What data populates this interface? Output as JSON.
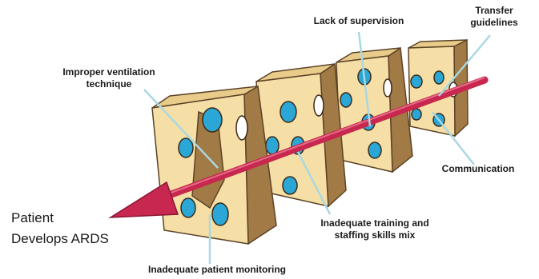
{
  "labels": {
    "improper_ventilation": "Improper ventilation\ntechnique",
    "lack_of_supervision": "Lack of supervision",
    "transfer_guidelines": "Transfer\nguidelines",
    "communication": "Communication",
    "inadequate_training": "Inadequate training and\nstaffing skills mix",
    "inadequate_monitoring": "Inadequate patient monitoring"
  },
  "outcome": {
    "line1": "Patient",
    "line2": "Develops ARDS"
  },
  "colors": {
    "cheese_face": "#f6dfa6",
    "cheese_side": "#a27a45",
    "cheese_outline": "#5b4328",
    "hole_blue": "#2aa7d6",
    "arrow": "#c8284f",
    "leader_line": "#a9d8e2"
  }
}
